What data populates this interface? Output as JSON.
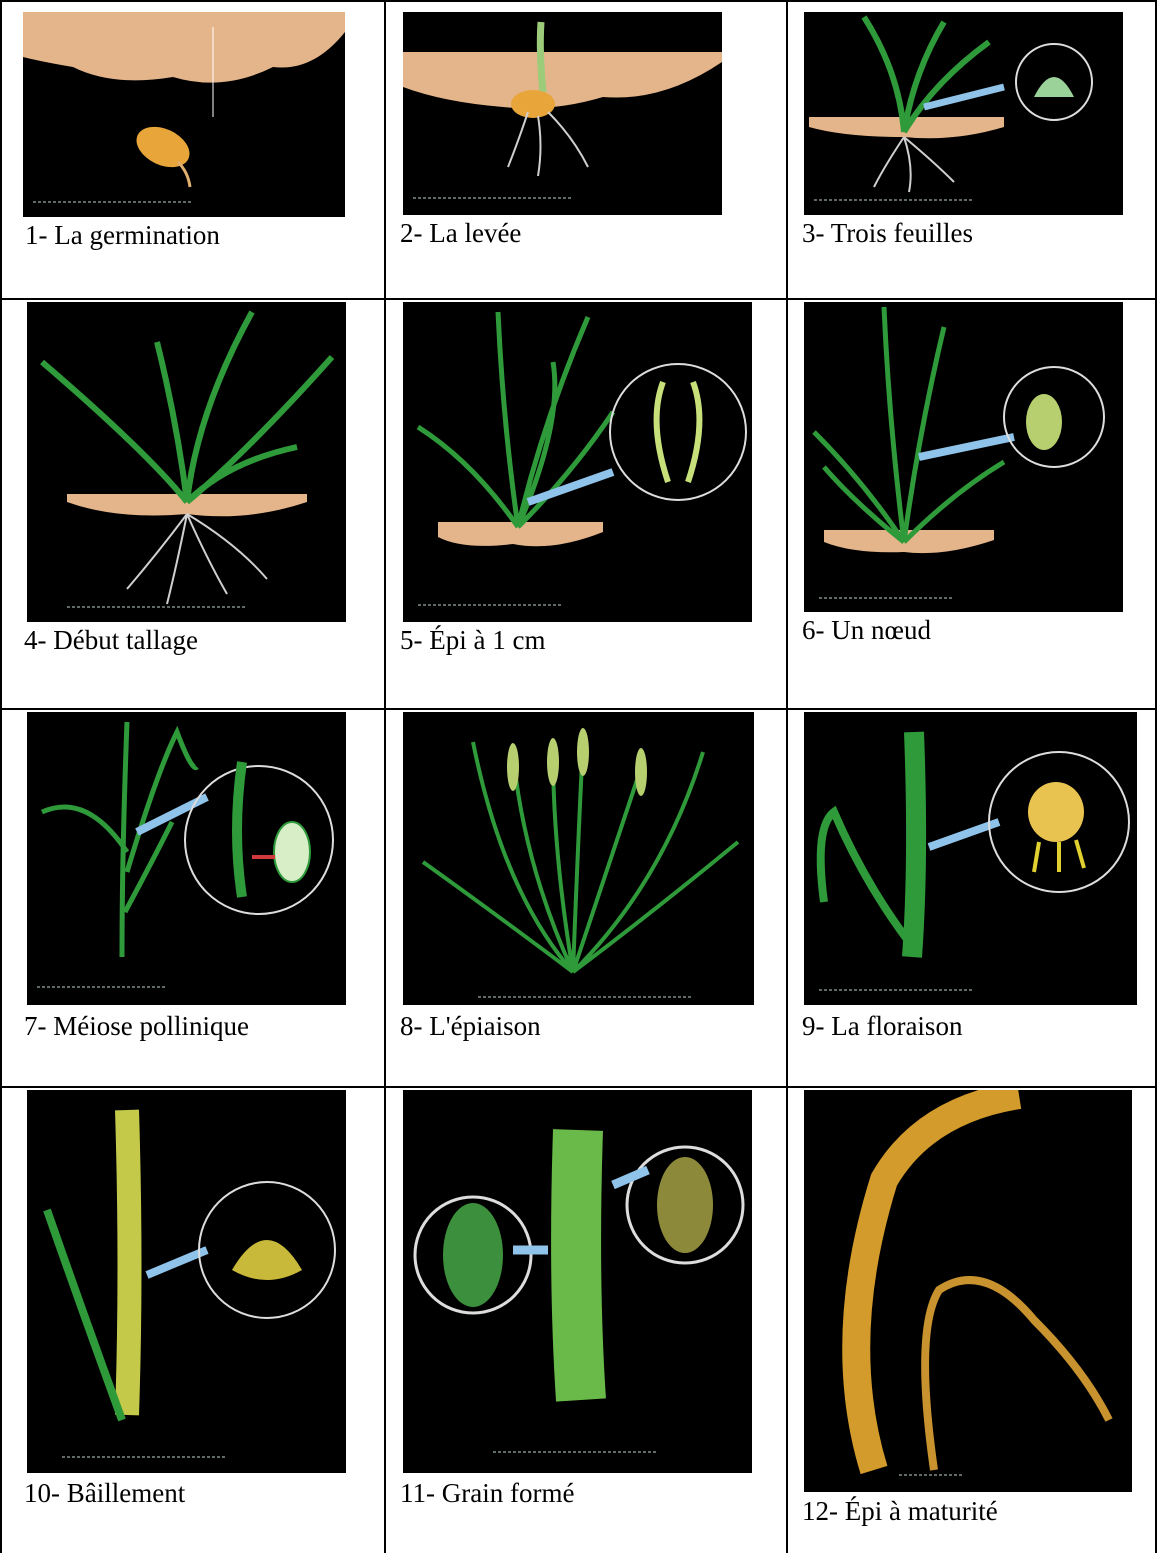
{
  "stages": [
    {
      "label": "1- La germination",
      "icon": "germinating-seed-illustration"
    },
    {
      "label": "2- La levée",
      "icon": "emergence-seedling-illustration"
    },
    {
      "label": "3- Trois feuilles",
      "icon": "three-leaf-plant-illustration"
    },
    {
      "label": "4- Début tallage",
      "icon": "tillering-plant-illustration"
    },
    {
      "label": "5- Épi à 1 cm",
      "icon": "ear-1cm-plant-illustration"
    },
    {
      "label": "6- Un nœud",
      "icon": "one-node-plant-illustration"
    },
    {
      "label": "7- Méiose pollinique",
      "icon": "pollen-meiosis-illustration"
    },
    {
      "label": "8- L'épiaison",
      "icon": "heading-plant-illustration"
    },
    {
      "label": "9- La floraison",
      "icon": "flowering-ear-illustration"
    },
    {
      "label": "10- Bâillement",
      "icon": "opening-ear-illustration"
    },
    {
      "label": "11- Grain formé",
      "icon": "formed-grain-illustration"
    },
    {
      "label": "12- Épi à maturité",
      "icon": "mature-ear-illustration"
    }
  ],
  "colors": {
    "soil": "#e8b98c",
    "leaf": "#2f9a3a",
    "arrow": "#8fc3ea",
    "mature": "#d9a032"
  }
}
